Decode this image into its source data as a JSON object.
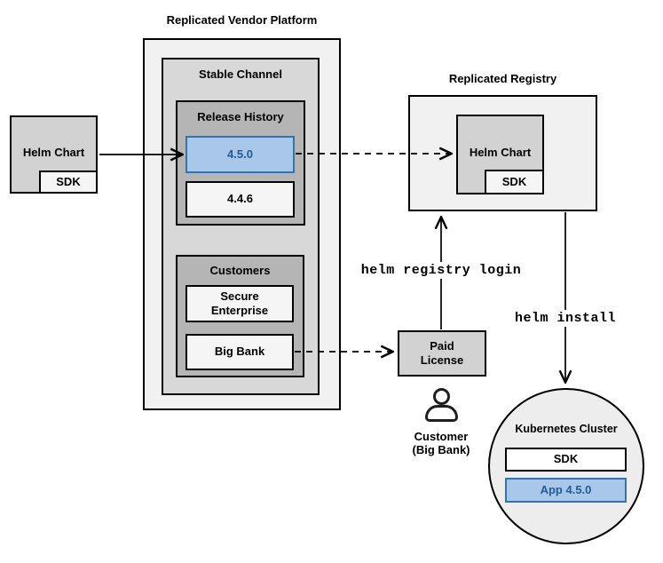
{
  "colors": {
    "page_bg": "#ffffff",
    "container_fill": "#f1f1f1",
    "channel_fill": "#d8d8d8",
    "group_fill": "#b5b5b5",
    "chart_fill": "#d2d2d2",
    "item_fill": "#f5f5f5",
    "cluster_fill": "#ededed",
    "highlight_fill": "#a9c7e8",
    "highlight_border": "#2e75b6",
    "highlight_text": "#1f5c99",
    "line_color": "#000000"
  },
  "platform": {
    "title": "Replicated Vendor Platform",
    "stable_channel": {
      "title": "Stable Channel",
      "release_history": {
        "title": "Release History",
        "releases": [
          {
            "version": "4.5.0",
            "highlighted": true
          },
          {
            "version": "4.4.6",
            "highlighted": false
          }
        ]
      },
      "customers": {
        "title": "Customers",
        "items": [
          {
            "name": "Secure Enterprise"
          },
          {
            "name": "Big Bank"
          }
        ]
      }
    }
  },
  "source_chart": {
    "label": "Helm Chart",
    "sdk": "SDK"
  },
  "registry": {
    "title": "Replicated Registry",
    "chart": {
      "label": "Helm Chart",
      "sdk": "SDK"
    }
  },
  "license": {
    "label": "Paid License"
  },
  "customer": {
    "name": "Customer",
    "org": "(Big Bank)"
  },
  "commands": {
    "registry_login": "helm registry login",
    "install": "helm install"
  },
  "cluster": {
    "title": "Kubernetes Cluster",
    "sdk": "SDK",
    "app": "App 4.5.0"
  }
}
